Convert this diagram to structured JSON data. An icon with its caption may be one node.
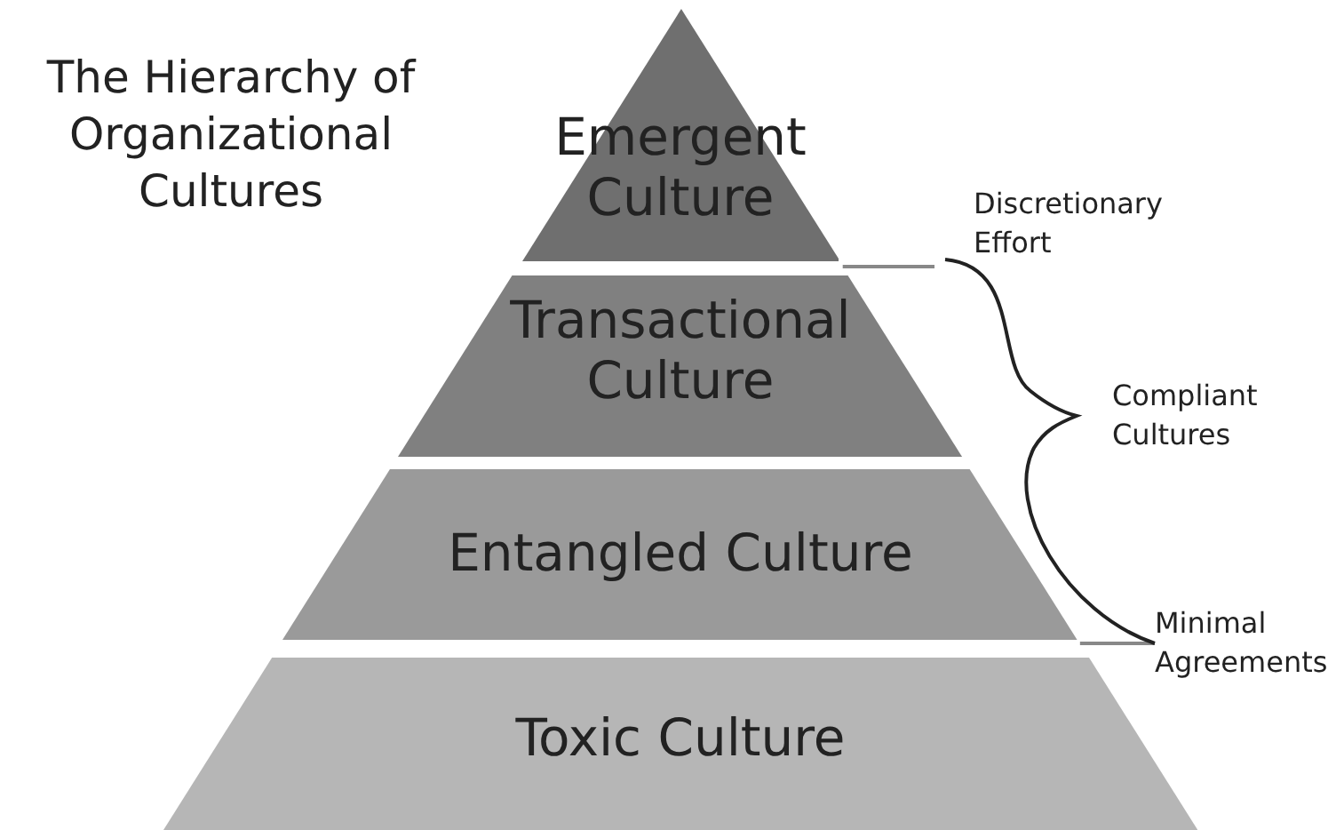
{
  "diagram": {
    "title": "The Hierarchy of Organizational Cultures",
    "nodes": [
      {
        "text": [
          "Emergent Culture"
        ]
      },
      {
        "text": [
          "Transactional Culture"
        ]
      },
      {
        "text": [
          "Entangled Culture"
        ]
      },
      {
        "text": [
          "Toxic Culture"
        ]
      }
    ],
    "edges": [],
    "labels": [
      "Discretionary Effort",
      "Compliant Cultures",
      "Minimal Agreements"
    ]
  }
}
